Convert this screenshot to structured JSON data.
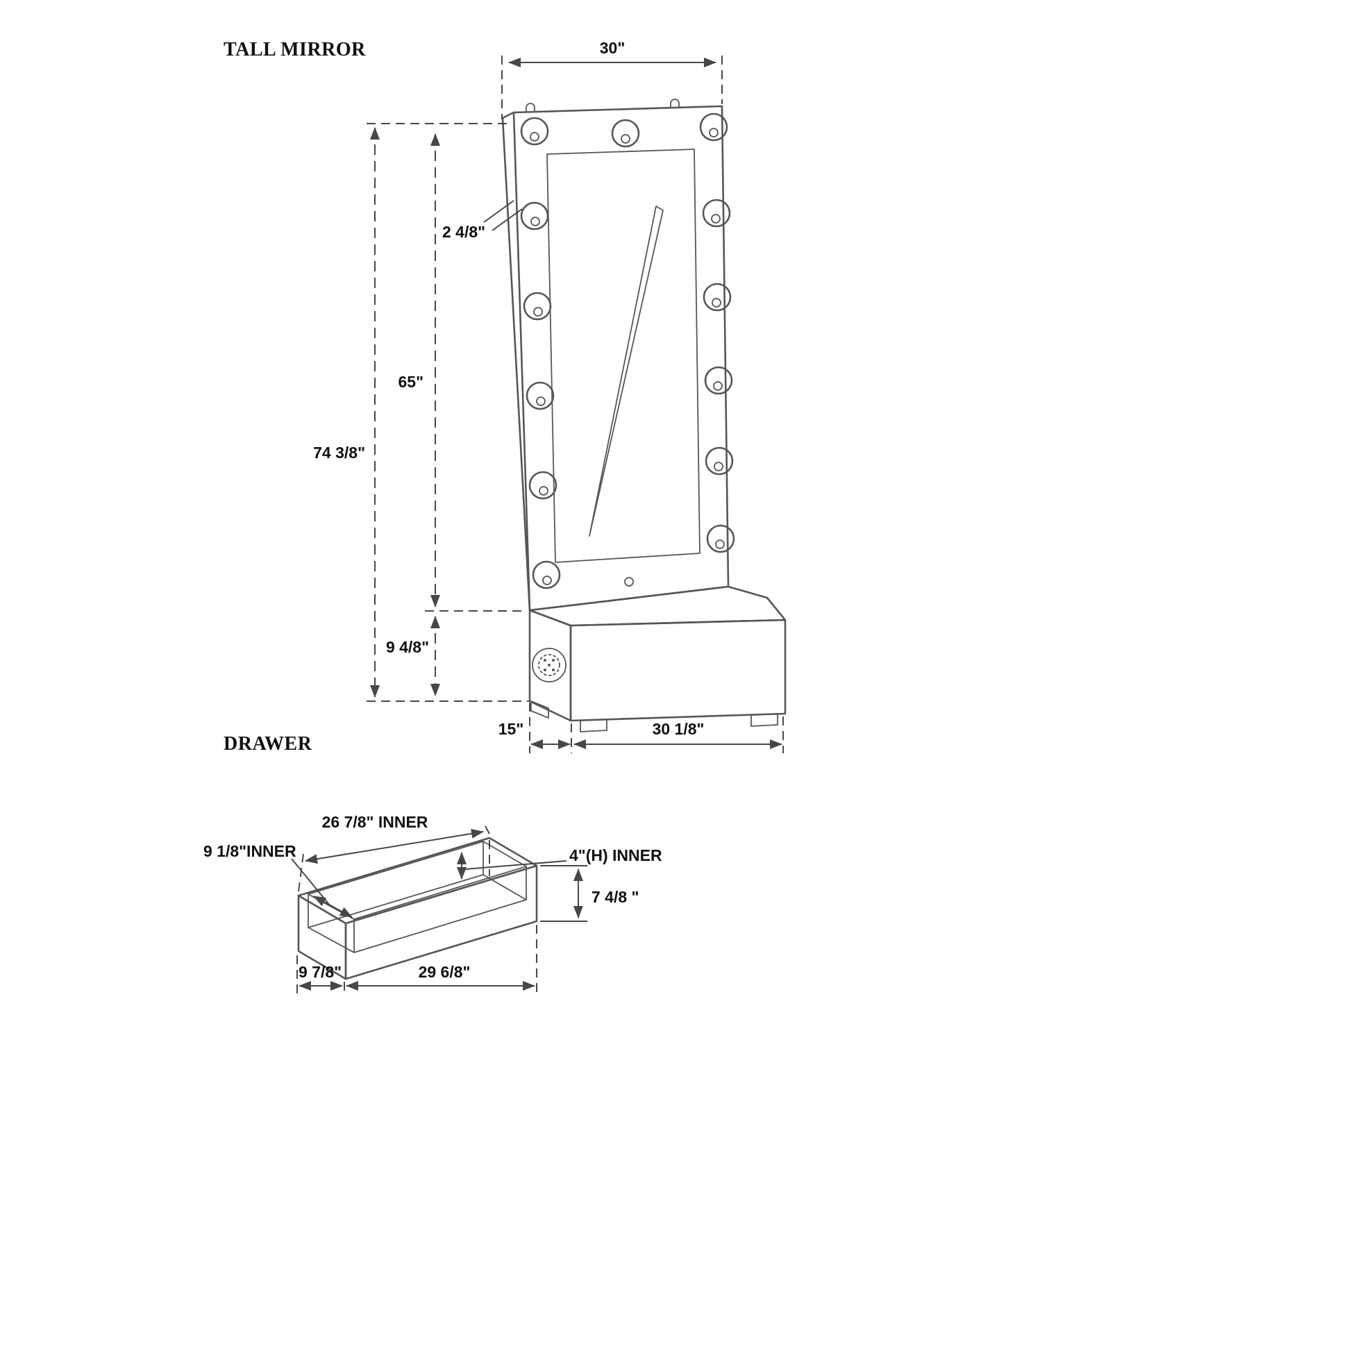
{
  "colors": {
    "bg": "#ffffff",
    "line": "#565656",
    "dim": "#474747",
    "text": "#111111"
  },
  "titles": {
    "tall_mirror": "TALL MIRROR",
    "drawer": "DRAWER"
  },
  "mirror": {
    "width_top": "30\"",
    "frame_thickness": "2 4/8\"",
    "mirror_height": "65\"",
    "total_height": "74 3/8\"",
    "base_height": "9 4/8\"",
    "base_depth": "15\"",
    "base_width": "30 1/8\""
  },
  "drawer": {
    "inner_length": "26 7/8\" INNER",
    "inner_depth": "9 1/8\"INNER",
    "inner_height": "4\"(H) INNER",
    "outer_height": "7 4/8 \"",
    "outer_depth": "9 7/8\"",
    "outer_width": "29 6/8\""
  }
}
